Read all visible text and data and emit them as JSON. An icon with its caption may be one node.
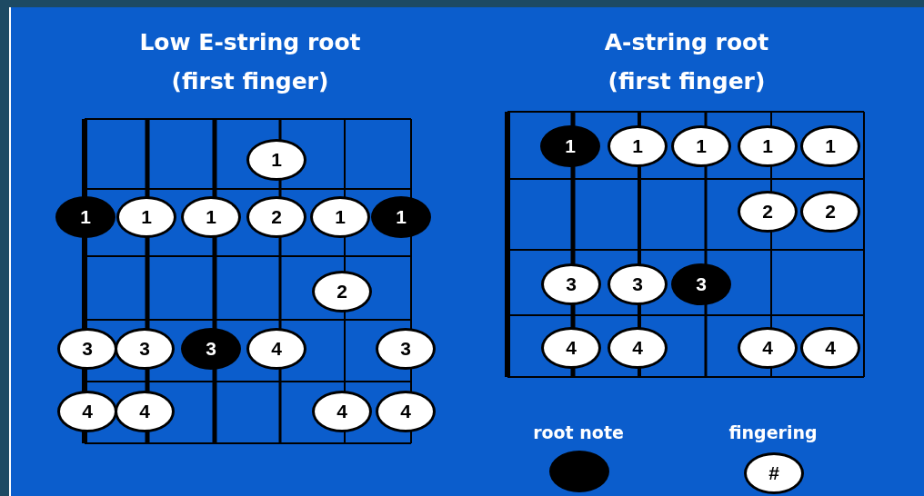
{
  "diagram": {
    "nodes": [
      {
        "text": [
          "Low E-string root (first finger)"
        ]
      },
      {
        "text": [
          "1"
        ],
        "in": 0
      },
      {
        "text": [
          "1"
        ],
        "in": 0
      },
      {
        "text": [
          "1"
        ],
        "in": 0
      },
      {
        "text": [
          "1"
        ],
        "in": 0
      },
      {
        "text": [
          "2"
        ],
        "in": 0
      },
      {
        "text": [
          "1"
        ],
        "in": 0
      },
      {
        "text": [
          "1"
        ],
        "in": 0
      },
      {
        "text": [
          "2"
        ],
        "in": 0
      },
      {
        "text": [
          "3"
        ],
        "in": 0
      },
      {
        "text": [
          "3"
        ],
        "in": 0
      },
      {
        "text": [
          "3"
        ],
        "in": 0
      },
      {
        "text": [
          "4"
        ],
        "in": 0
      },
      {
        "text": [
          "3"
        ],
        "in": 0
      },
      {
        "text": [
          "4"
        ],
        "in": 0
      },
      {
        "text": [
          "4"
        ],
        "in": 0
      },
      {
        "text": [
          "4"
        ],
        "in": 0
      },
      {
        "text": [
          "4"
        ],
        "in": 0
      },
      {
        "text": [
          "A-string root (first finger)"
        ]
      },
      {
        "text": [
          "1"
        ],
        "in": 18
      },
      {
        "text": [
          "1"
        ],
        "in": 18
      },
      {
        "text": [
          "1"
        ],
        "in": 18
      },
      {
        "text": [
          "1"
        ],
        "in": 18
      },
      {
        "text": [
          "1"
        ],
        "in": 18
      },
      {
        "text": [
          "2"
        ],
        "in": 18
      },
      {
        "text": [
          "2"
        ],
        "in": 18
      },
      {
        "text": [
          "3"
        ],
        "in": 18
      },
      {
        "text": [
          "3"
        ],
        "in": 18
      },
      {
        "text": [
          "3"
        ],
        "in": 18
      },
      {
        "text": [
          "4"
        ],
        "in": 18
      },
      {
        "text": [
          "4"
        ],
        "in": 18
      },
      {
        "text": [
          "4"
        ],
        "in": 18
      },
      {
        "text": [
          "4"
        ],
        "in": 18
      }
    ],
    "labels": [
      "#"
    ],
    "legend": [
      {
        "text": "root note",
        "color": "#000000"
      },
      {
        "text": "fingering"
      }
    ]
  }
}
